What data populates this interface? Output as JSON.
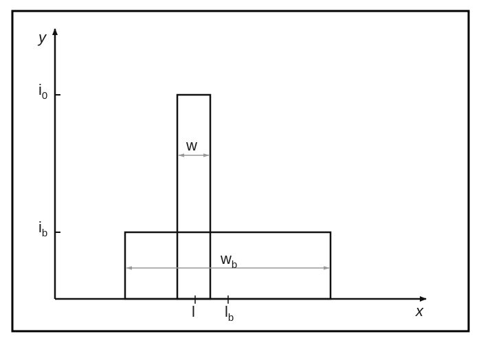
{
  "axes": {
    "x_label": "x",
    "y_label": "y"
  },
  "levels": {
    "peak": {
      "base": "i",
      "sub": "0"
    },
    "background": {
      "base": "i",
      "sub": "b"
    }
  },
  "widths": {
    "peak": {
      "base": "w"
    },
    "background": {
      "base": "w",
      "sub": "b"
    }
  },
  "positions": {
    "peak": {
      "base": "l"
    },
    "background": {
      "base": "l",
      "sub": "b"
    }
  },
  "colors": {
    "line": "#111111",
    "dimension_arrow": "#999999",
    "frame": "#000000"
  }
}
